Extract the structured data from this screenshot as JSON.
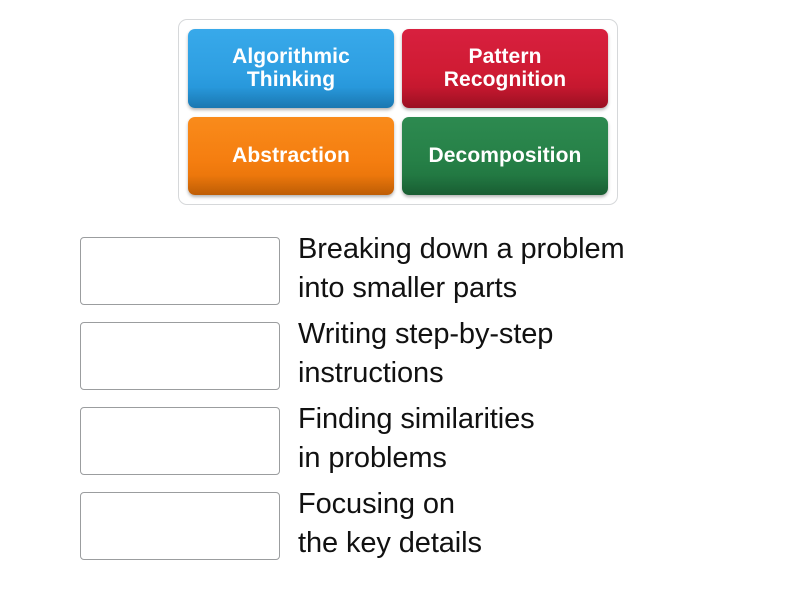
{
  "activity": {
    "type": "match-up",
    "background_color": "#ffffff"
  },
  "tile_tray": {
    "border_color": "#d6d8da",
    "tiles": [
      {
        "id": "algorithmic-thinking",
        "label": "Algorithmic\nThinking",
        "color": "#2e9fe2",
        "color_name": "blue"
      },
      {
        "id": "pattern-recognition",
        "label": "Pattern\nRecognition",
        "color": "#cf1b33",
        "color_name": "red"
      },
      {
        "id": "abstraction",
        "label": "Abstraction",
        "color": "#f57e10",
        "color_name": "orange"
      },
      {
        "id": "decomposition",
        "label": "Decomposition",
        "color": "#268047",
        "color_name": "green"
      }
    ]
  },
  "rows": [
    {
      "id": "row-1",
      "drop_value": "",
      "text": "Breaking down a problem\ninto smaller parts"
    },
    {
      "id": "row-2",
      "drop_value": "",
      "text": "Writing step-by-step\ninstructions"
    },
    {
      "id": "row-3",
      "drop_value": "",
      "text": "Finding similarities\nin problems"
    },
    {
      "id": "row-4",
      "drop_value": "",
      "text": "Focusing on\nthe key details"
    }
  ]
}
